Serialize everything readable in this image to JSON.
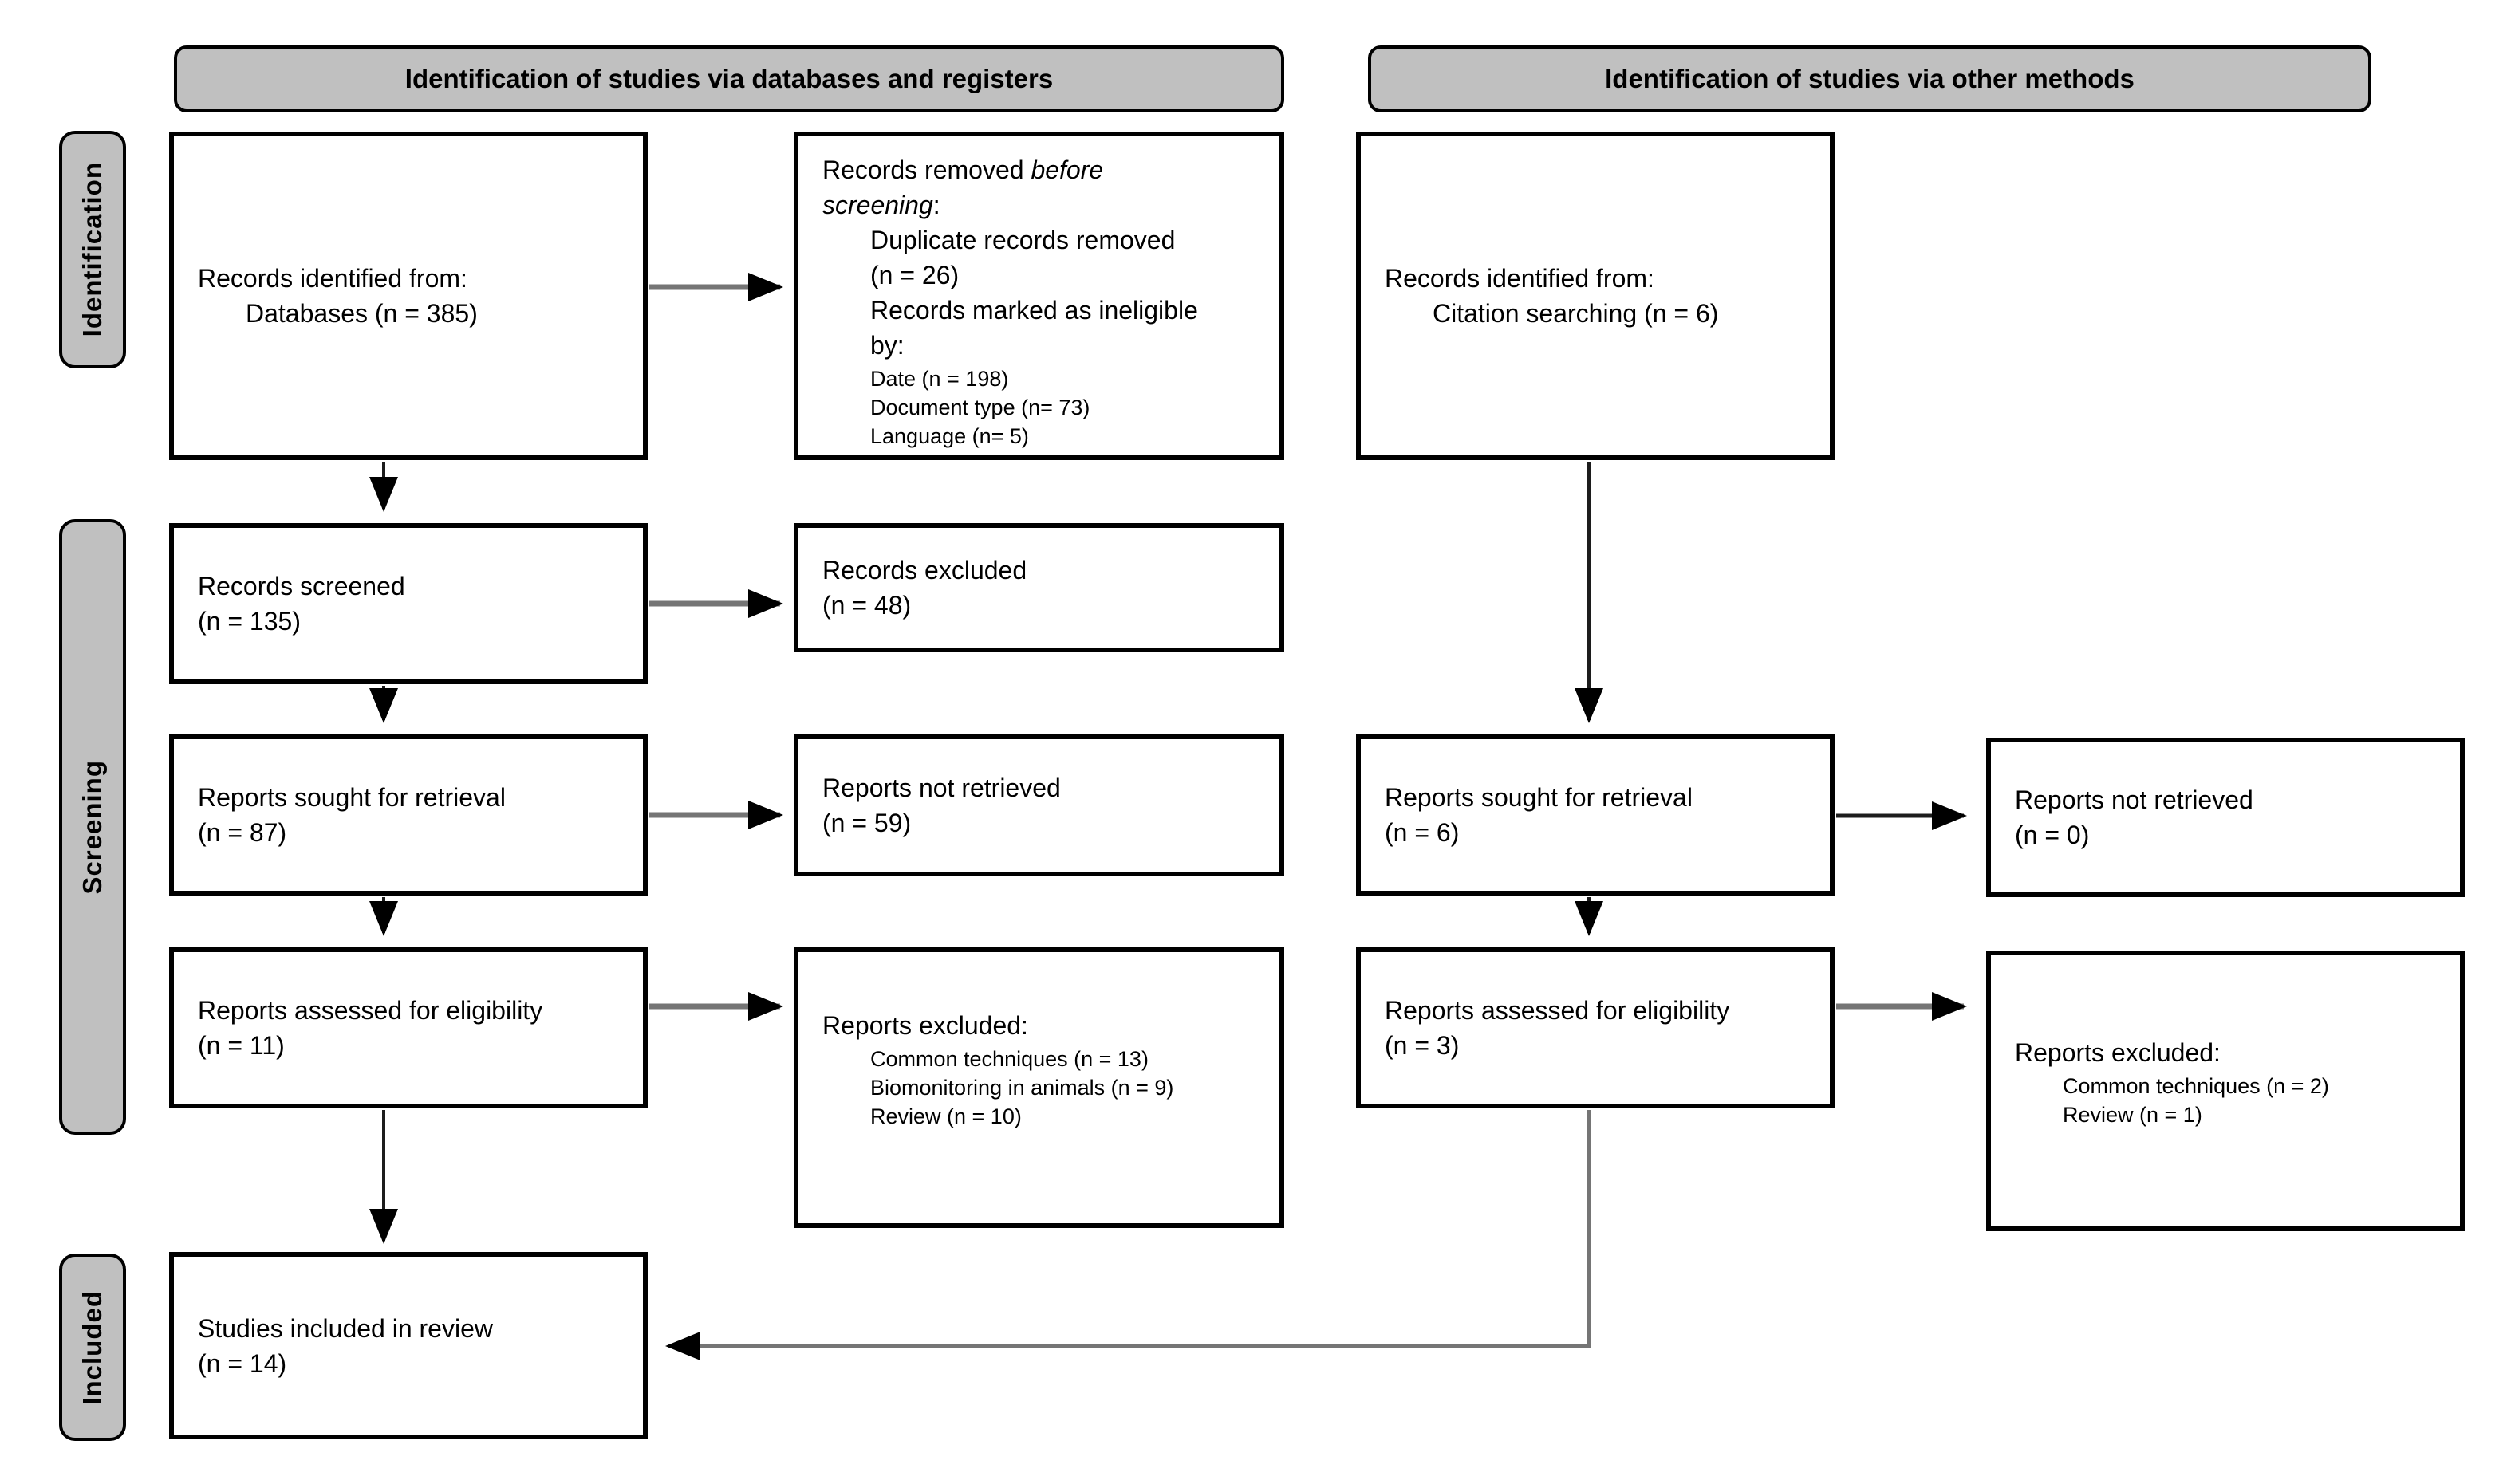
{
  "headers": {
    "left": "Identification of studies via databases and registers",
    "right": "Identification of studies via other methods"
  },
  "stages": {
    "identification": "Identification",
    "screening": "Screening",
    "included": "Included"
  },
  "boxes": {
    "db_identified": {
      "line1": "Records identified from:",
      "line2": "Databases (n = 385)"
    },
    "removed_before_screening": {
      "l1_normal": "Records removed ",
      "l1_italic": "before",
      "l2_italic": "screening",
      "l2_colon": ":",
      "items": [
        "Duplicate records removed",
        "(n = 26)",
        "Records marked as ineligible",
        "by:"
      ],
      "small_items": [
        "Date (n = 198)",
        "Document type (n= 73)",
        "Language (n= 5)"
      ]
    },
    "records_screened": {
      "line1": "Records screened",
      "line2": "(n = 135)"
    },
    "records_excluded": {
      "line1": "Records excluded",
      "line2": "(n = 48)"
    },
    "reports_sought_db": {
      "line1": "Reports sought for retrieval",
      "line2": "(n = 87)"
    },
    "reports_not_retrieved_db": {
      "line1": "Reports not retrieved",
      "line2": "(n = 59)"
    },
    "reports_assessed_db": {
      "line1": "Reports assessed for eligibility",
      "line2": "(n = 11)"
    },
    "reports_excluded_db": {
      "label": "Reports excluded:",
      "items": [
        "Common techniques (n = 13)",
        "Biomonitoring in animals (n = 9)",
        "Review (n = 10)"
      ]
    },
    "citation_identified": {
      "line1": "Records identified from:",
      "line2": "Citation searching (n = 6)"
    },
    "reports_sought_other": {
      "line1": "Reports sought for retrieval",
      "line2": "(n = 6)"
    },
    "reports_not_retrieved_other": {
      "line1": "Reports not retrieved",
      "line2": "(n = 0)"
    },
    "reports_assessed_other": {
      "line1": "Reports assessed for eligibility",
      "line2": "(n = 3)"
    },
    "reports_excluded_other": {
      "label": "Reports excluded:",
      "items": [
        "Common techniques (n = 2)",
        "Review (n = 1)"
      ]
    },
    "included_studies": {
      "line1": "Studies included in review",
      "line2": "(n = 14)"
    }
  },
  "colors": {
    "panel_gray": "#c0c0c0",
    "box_border": "#000000",
    "arrow_gray": "#757575",
    "arrow_dark": "#1c1c1c"
  }
}
